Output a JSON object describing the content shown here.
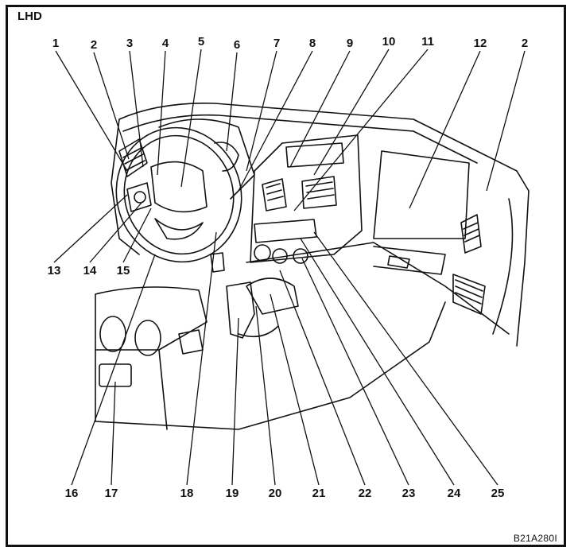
{
  "title": "LHD",
  "code": "B21A280I",
  "callouts": {
    "top": [
      "1",
      "2",
      "3",
      "4",
      "5",
      "6",
      "7",
      "8",
      "9",
      "10",
      "11",
      "12",
      "2"
    ],
    "left": [
      "13",
      "14",
      "15"
    ],
    "bottom": [
      "16",
      "17",
      "18",
      "19",
      "20",
      "21",
      "22",
      "23",
      "24",
      "25"
    ]
  }
}
